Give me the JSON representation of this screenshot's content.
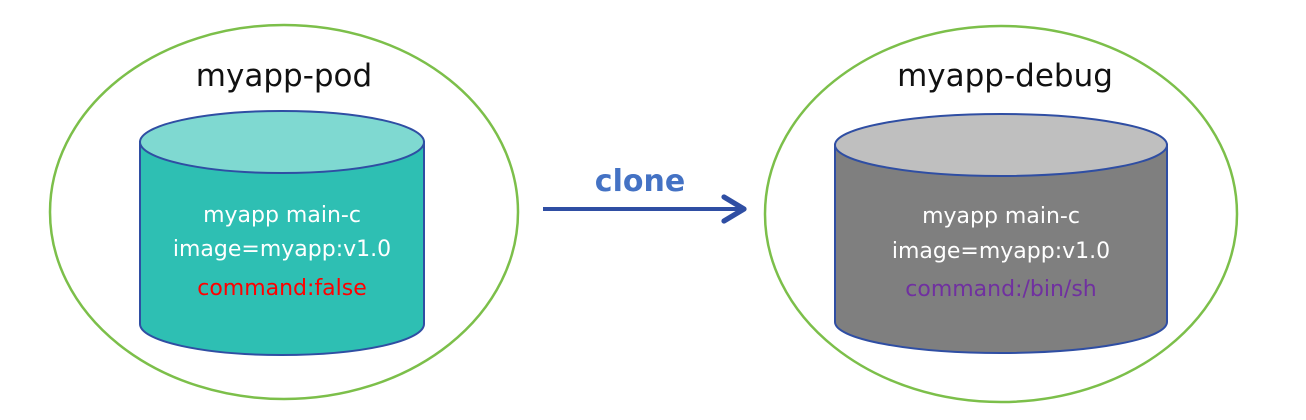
{
  "colors": {
    "pod_outline": "#7cbf4a",
    "cylinder_outline": "#2f4ea3",
    "source_body": "#2ebfb3",
    "source_top": "#7fd9d1",
    "debug_body": "#7f7f7f",
    "debug_top": "#bfbfbf",
    "arrow": "#2f4ea3",
    "clone_label": "#4472c4",
    "command_false": "#ff0000",
    "command_sh": "#7030a0",
    "text_light": "#ffffff"
  },
  "source_pod": {
    "title": "myapp-pod",
    "container": {
      "name_line": "myapp main-c",
      "image_line": "image=myapp:v1.0",
      "command_line": "command:false"
    }
  },
  "arrow": {
    "label": "clone",
    "icon": "arrow-right-icon"
  },
  "debug_pod": {
    "title": "myapp-debug",
    "container": {
      "name_line": "myapp main-c",
      "image_line": "image=myapp:v1.0",
      "command_line": "command:/bin/sh"
    }
  }
}
